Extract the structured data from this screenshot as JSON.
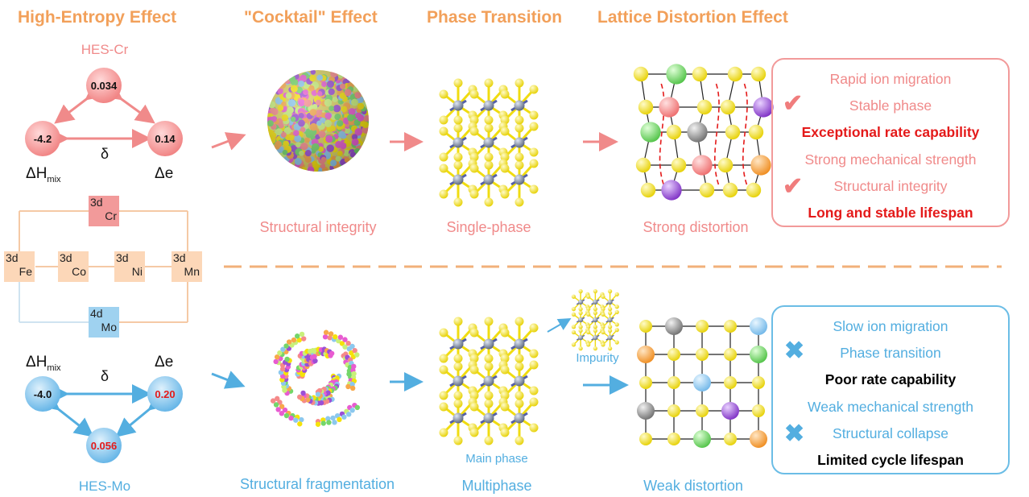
{
  "headers": {
    "high_entropy": "High-Entropy Effect",
    "cocktail": "\"Cocktail\" Effect",
    "phase": "Phase Transition",
    "lattice": "Lattice Distortion Effect"
  },
  "hes_cr": {
    "name": "HES-Cr",
    "top_value": "0.034",
    "left_value": "-4.2",
    "right_value": "0.14",
    "delta": "δ",
    "h_mix_symbol": "ΔH",
    "h_mix_sub": "mix",
    "delta_e": "Δe"
  },
  "hes_mo": {
    "name": "HES-Mo",
    "bottom_value": "0.056",
    "left_value": "-4.0",
    "right_value": "0.20",
    "delta": "δ",
    "h_mix_symbol": "ΔH",
    "h_mix_sub": "mix",
    "delta_e": "Δe"
  },
  "elements": {
    "cr": {
      "orbital": "3d",
      "symbol": "Cr"
    },
    "fe": {
      "orbital": "3d",
      "symbol": "Fe"
    },
    "co": {
      "orbital": "3d",
      "symbol": "Co"
    },
    "ni": {
      "orbital": "3d",
      "symbol": "Ni"
    },
    "mn": {
      "orbital": "3d",
      "symbol": "Mn"
    },
    "mo": {
      "orbital": "4d",
      "symbol": "Mo"
    }
  },
  "top_row_labels": {
    "structure": "Structural integrity",
    "phase": "Single-phase",
    "lattice": "Strong distortion"
  },
  "bottom_row_labels": {
    "structure": "Structural fragmentation",
    "phase": "Multiphase",
    "main_phase": "Main phase",
    "impurity": "Impurity",
    "lattice": "Weak distortion"
  },
  "red_box": [
    "Rapid ion migration",
    "Stable phase",
    "Exceptional rate capability",
    "Strong mechanical strength",
    "Structural integrity",
    "Long and stable lifespan"
  ],
  "blue_box": [
    "Slow ion migration",
    "Phase transition",
    "Poor rate capability",
    "Weak mechanical strength",
    "Structural collapse",
    "Limited cycle lifespan"
  ],
  "marks": {
    "check": "✔",
    "cross": "✖"
  },
  "colors": {
    "header": "#f2a05a",
    "red_theme": "#f08a8a",
    "blue_theme": "#53aee0",
    "emphasis_red": "#e41a1a",
    "divider": "#f2b07a",
    "atom_yellow": "#f5e20a",
    "atom_green": "#74d66a",
    "atom_purple": "#9b4fd6",
    "atom_gray": "#8c8c8c",
    "atom_orange": "#f7a84a",
    "atom_pink": "#f58a8a",
    "atom_blue": "#8cc8ee"
  }
}
